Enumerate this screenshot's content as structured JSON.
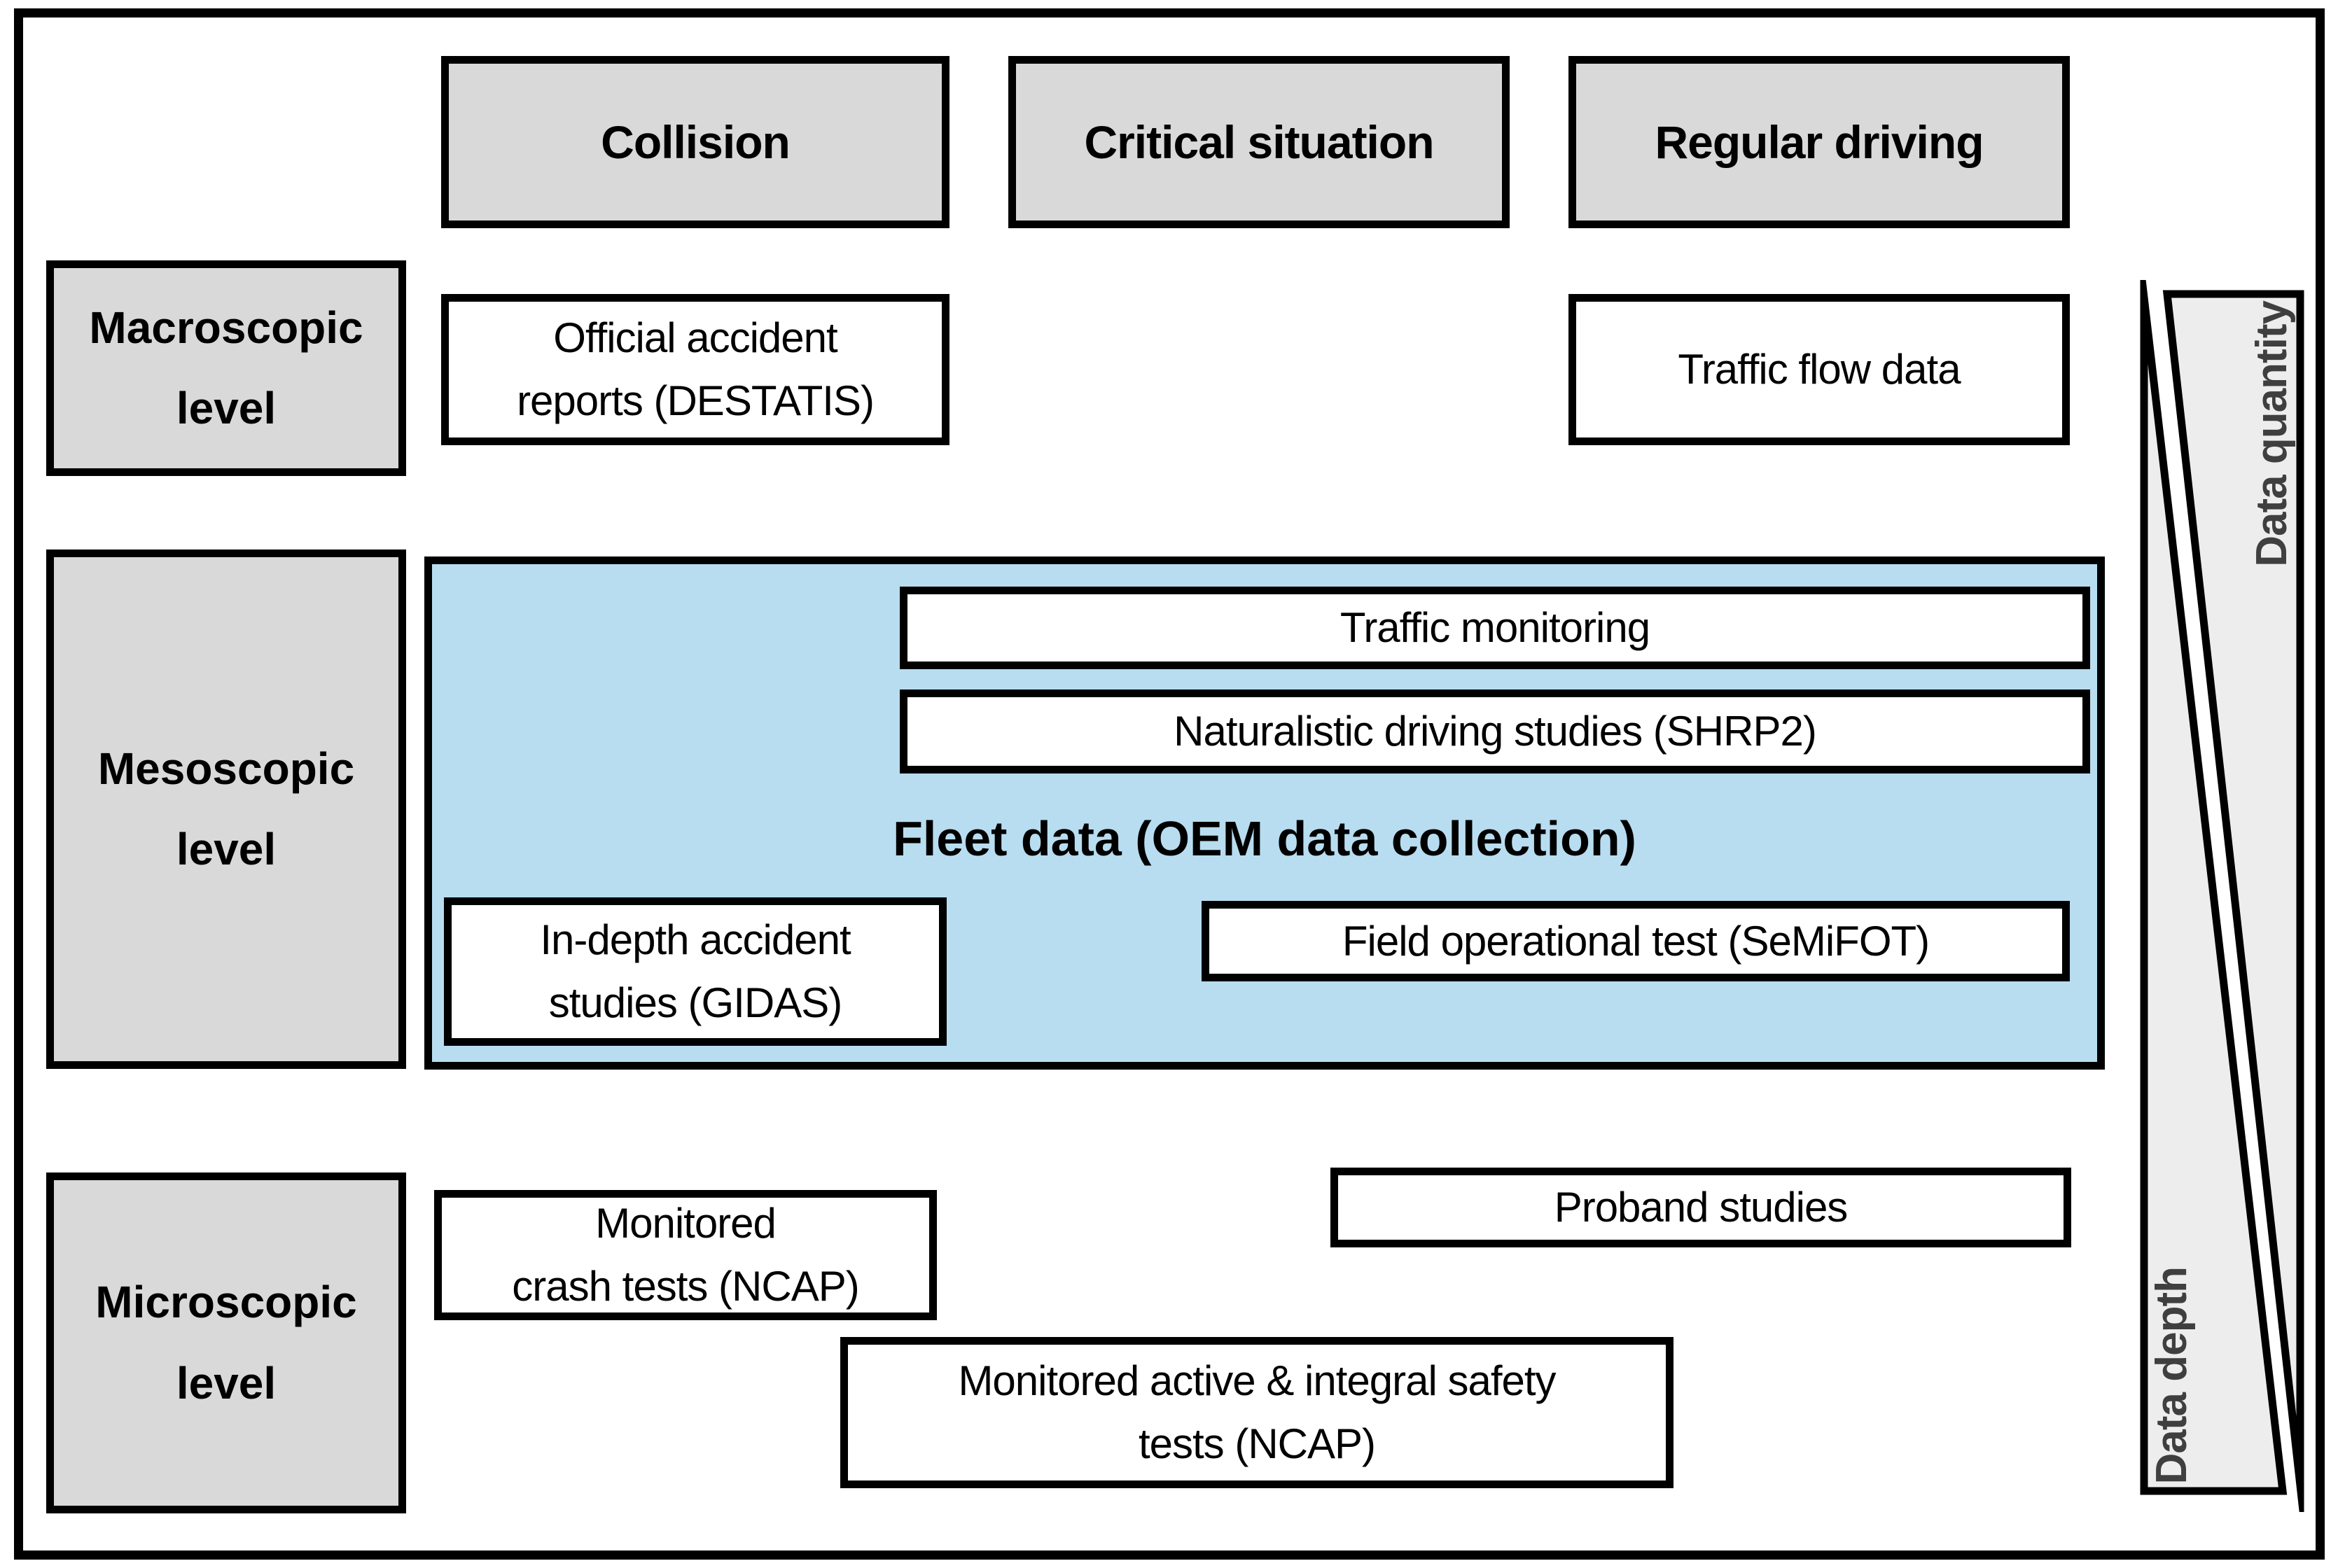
{
  "diagram": {
    "column_headers": {
      "collision": "Collision",
      "critical_situation": "Critical situation",
      "regular_driving": "Regular driving"
    },
    "level_labels": {
      "macroscopic": "Macroscopic\nlevel",
      "mesoscopic": "Mesoscopic\nlevel",
      "microscopic": "Microscopic\nlevel"
    },
    "data_sources": {
      "official_accident_reports": "Official accident\nreports (DESTATIS)",
      "traffic_flow_data": "Traffic flow data",
      "traffic_monitoring": "Traffic monitoring",
      "naturalistic_driving_studies": "Naturalistic driving studies (SHRP2)",
      "fleet_data": "Fleet data (OEM data collection)",
      "in_depth_accident_studies": "In-depth accident\nstudies (GIDAS)",
      "field_operational_test": "Field operational test (SeMiFOT)",
      "monitored_crash_tests": "Monitored\ncrash tests (NCAP)",
      "proband_studies": "Proband studies",
      "monitored_active_safety_tests": "Monitored active & integral safety\ntests (NCAP)"
    },
    "axis_labels": {
      "data_quantity": "Data quantity",
      "data_depth": "Data depth"
    },
    "colors": {
      "header_fill": "#d9d9d9",
      "level_fill": "#d9d9d9",
      "fleet_panel_fill": "#b8ddf0",
      "axis_triangle_fill": "#ededed",
      "border": "#000000",
      "axis_text": "#3f3f3f"
    }
  }
}
